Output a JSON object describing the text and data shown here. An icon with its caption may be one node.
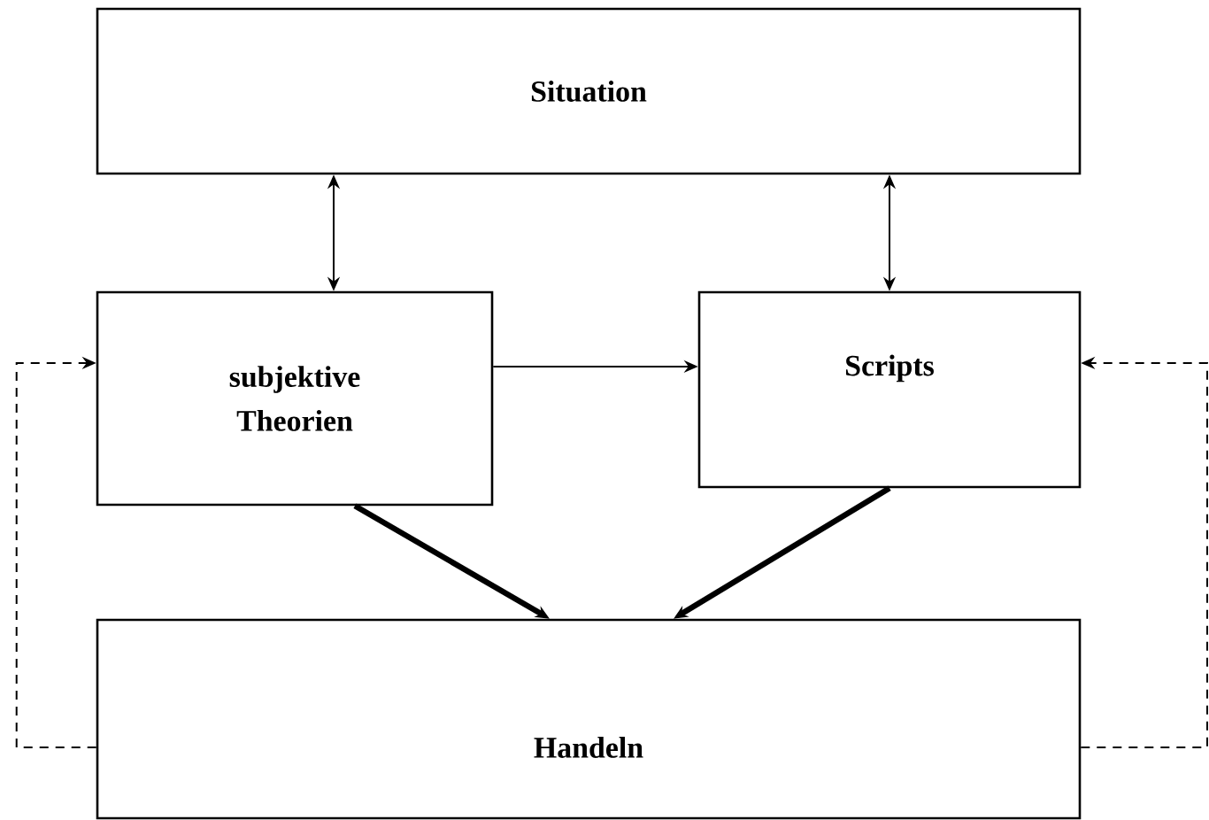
{
  "diagram": {
    "nodes": [
      {
        "text": [
          "Situation"
        ]
      },
      {
        "text": [
          "subjektive Theorien"
        ]
      },
      {
        "text": [
          "Scripts"
        ]
      },
      {
        "text": [
          "Handeln"
        ]
      }
    ],
    "edges": [
      {
        "from": 0,
        "to": 1,
        "arrow": "both"
      },
      {
        "from": 0,
        "to": 2,
        "arrow": "both"
      },
      {
        "from": 1,
        "to": 2,
        "arrow": "to"
      },
      {
        "from": 1,
        "to": 3,
        "arrow": "to",
        "style": "thick"
      },
      {
        "from": 2,
        "to": 3,
        "arrow": "to",
        "style": "thick"
      },
      {
        "from": 3,
        "to": 1,
        "arrow": "to",
        "style": "dashed"
      },
      {
        "from": 3,
        "to": 2,
        "arrow": "to",
        "style": "dashed"
      }
    ]
  }
}
